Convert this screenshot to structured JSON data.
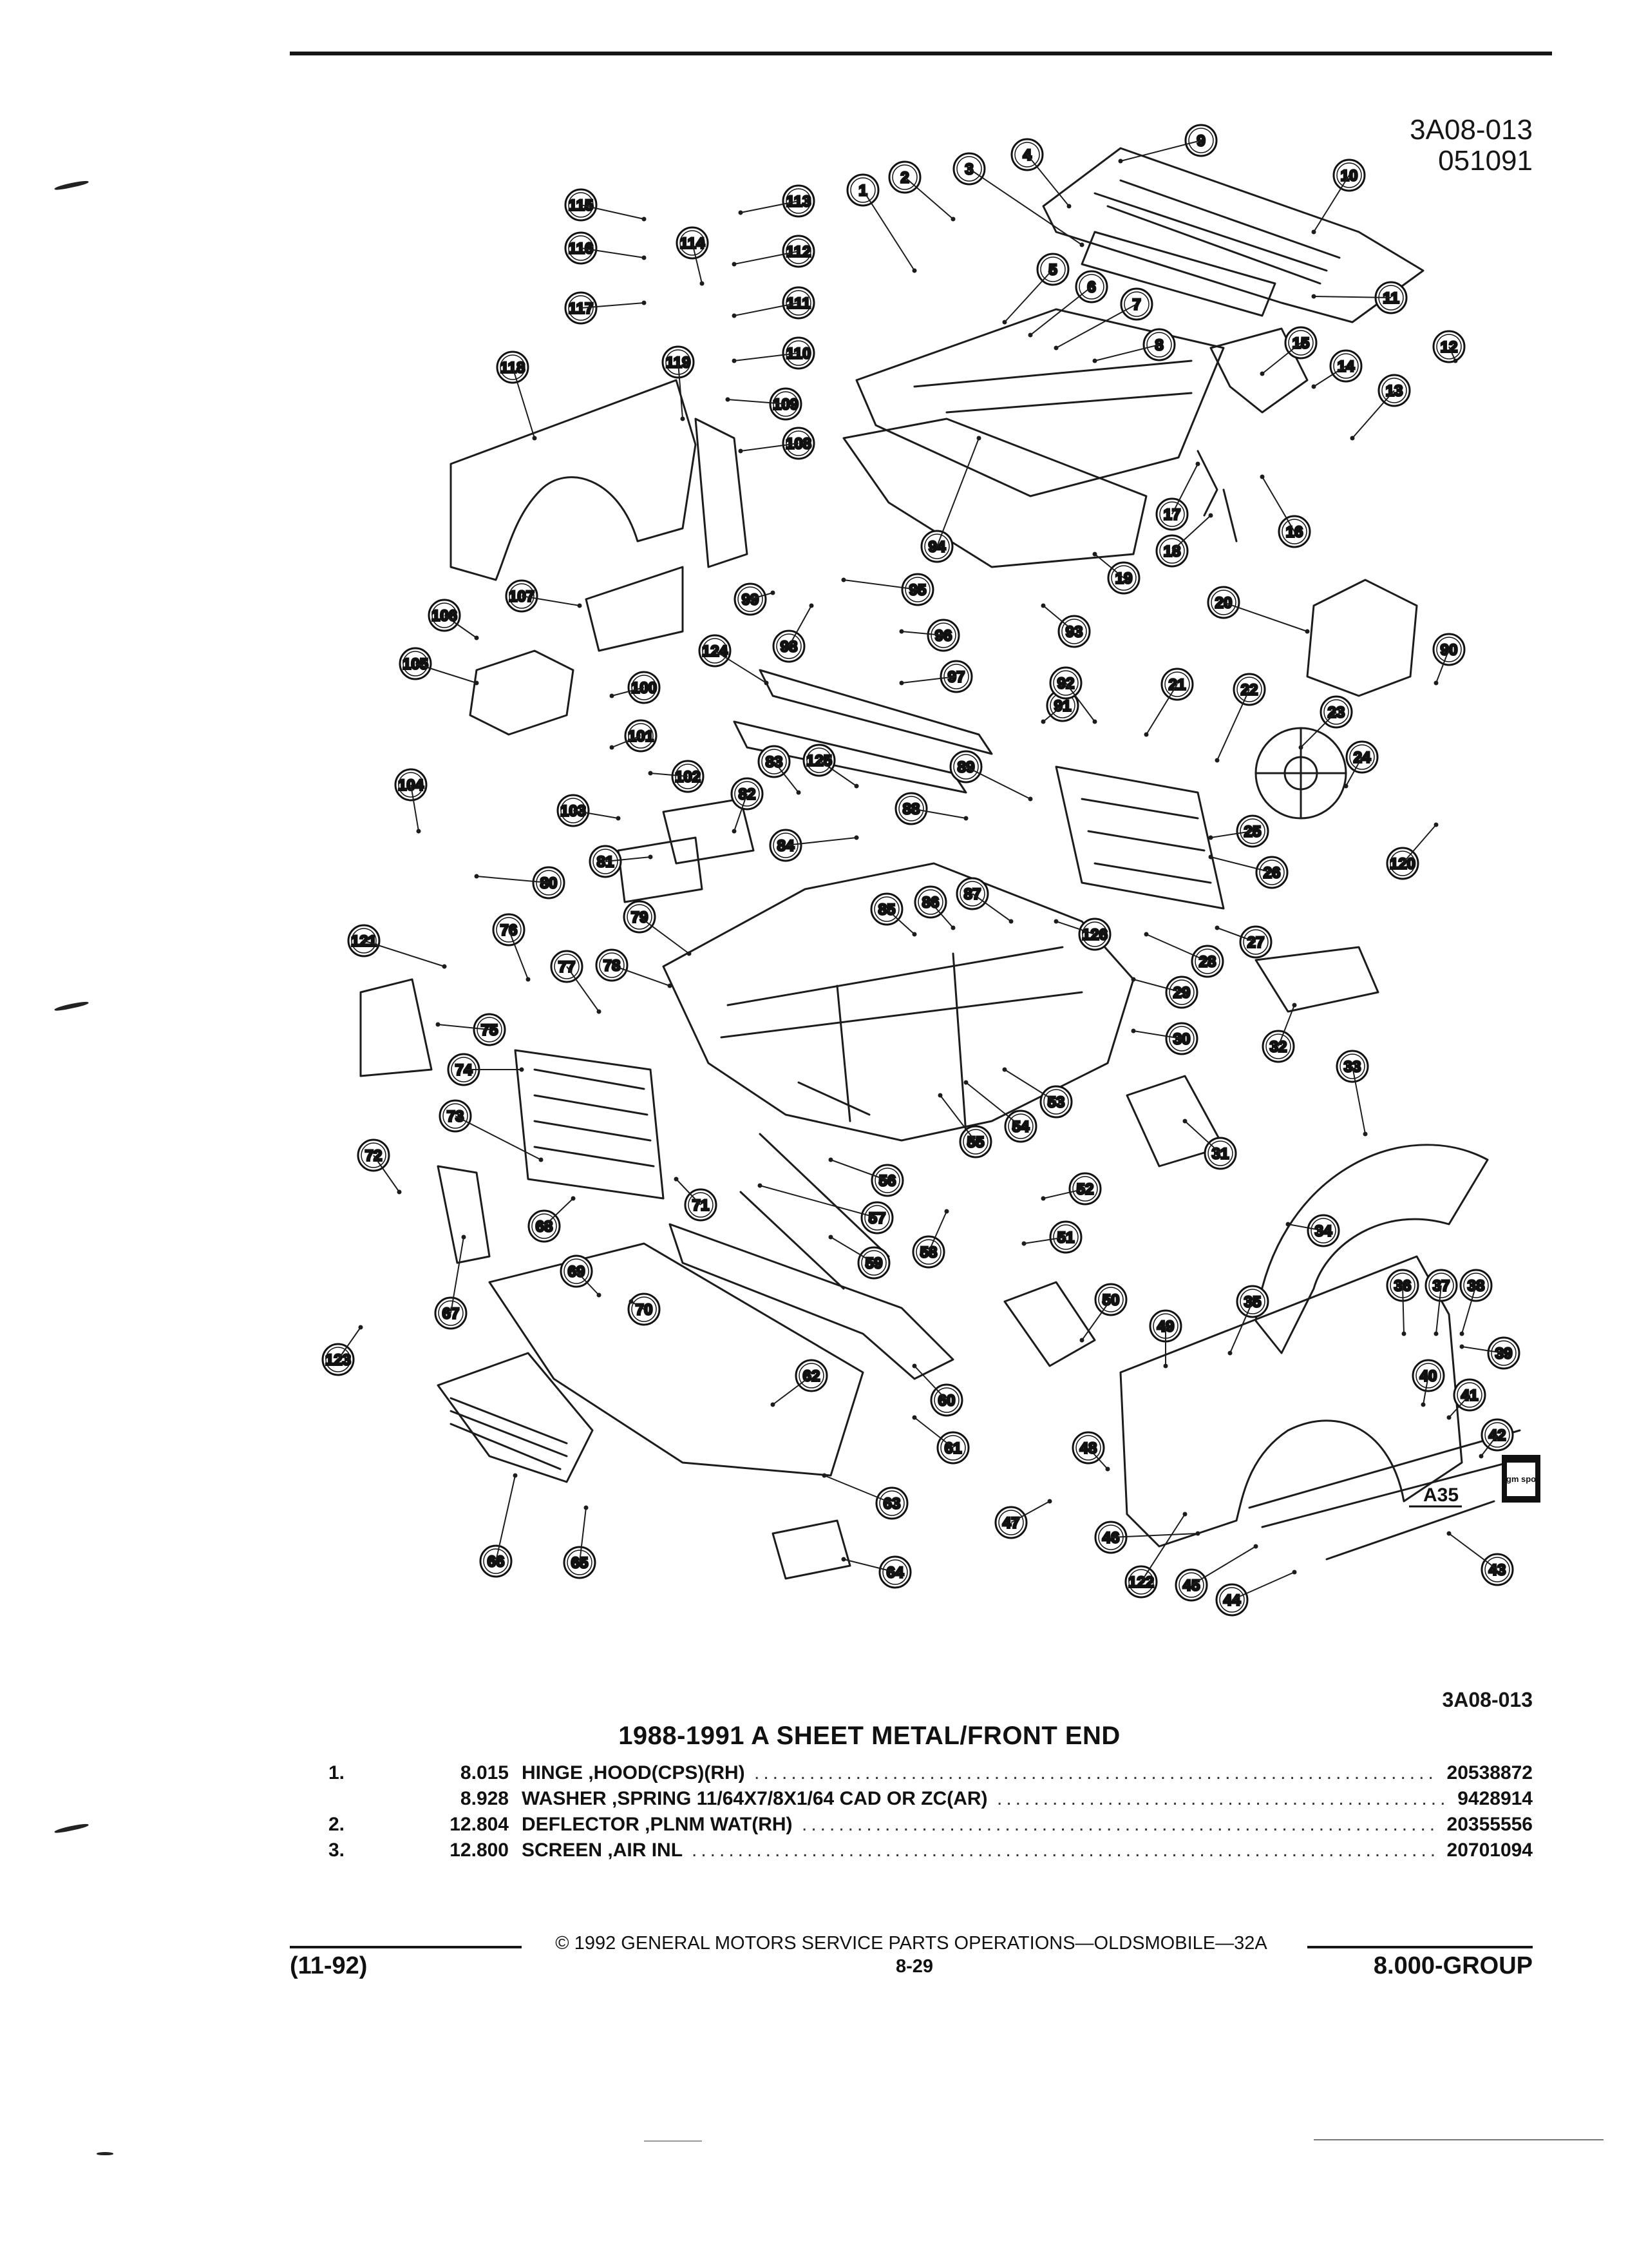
{
  "header": {
    "ref_code": "3A08-013",
    "ref_date": "051091"
  },
  "diagram": {
    "callouts": [
      "1",
      "2",
      "3",
      "4",
      "5",
      "6",
      "7",
      "8",
      "9",
      "10",
      "11",
      "12",
      "13",
      "14",
      "15",
      "16",
      "17",
      "18",
      "19",
      "20",
      "21",
      "22",
      "23",
      "24",
      "25",
      "26",
      "27",
      "28",
      "29",
      "30",
      "31",
      "32",
      "33",
      "34",
      "35",
      "36",
      "37",
      "38",
      "39",
      "40",
      "41",
      "42",
      "43",
      "44",
      "45",
      "46",
      "47",
      "48",
      "49",
      "50",
      "51",
      "52",
      "53",
      "54",
      "55",
      "56",
      "57",
      "58",
      "59",
      "60",
      "61",
      "62",
      "63",
      "64",
      "65",
      "66",
      "67",
      "68",
      "69",
      "70",
      "71",
      "72",
      "73",
      "74",
      "75",
      "76",
      "77",
      "78",
      "79",
      "80",
      "81",
      "82",
      "83",
      "84",
      "85",
      "86",
      "87",
      "88",
      "89",
      "90",
      "91",
      "92",
      "93",
      "94",
      "95",
      "96",
      "97",
      "98",
      "99",
      "100",
      "101",
      "102",
      "103",
      "104",
      "105",
      "106",
      "107",
      "108",
      "109",
      "110",
      "111",
      "112",
      "113",
      "114",
      "115",
      "116",
      "117",
      "118",
      "119",
      "120",
      "121",
      "122",
      "123",
      "124",
      "125",
      "126"
    ],
    "badge_label": "A35",
    "logo_text": "gm spo",
    "figure_ref": "3A08-013"
  },
  "section_title": "1988-1991 A SHEET METAL/FRONT END",
  "parts": [
    {
      "item": "1.",
      "group": "8.015",
      "description": "HINGE ,HOOD(CPS)(RH)",
      "part_number": "20538872"
    },
    {
      "item": "",
      "group": "8.928",
      "description": "WASHER ,SPRING 11/64X7/8X1/64 CAD OR ZC(AR)",
      "part_number": "9428914"
    },
    {
      "item": "2.",
      "group": "12.804",
      "description": "DEFLECTOR ,PLNM WAT(RH)",
      "part_number": "20355556"
    },
    {
      "item": "3.",
      "group": "12.800",
      "description": "SCREEN ,AIR INL",
      "part_number": "20701094"
    }
  ],
  "footer": {
    "copyright": "© 1992 GENERAL MOTORS SERVICE PARTS OPERATIONS—OLDSMOBILE—32A",
    "revision": "(11-92)",
    "page": "8-29",
    "group": "8.000-GROUP"
  }
}
